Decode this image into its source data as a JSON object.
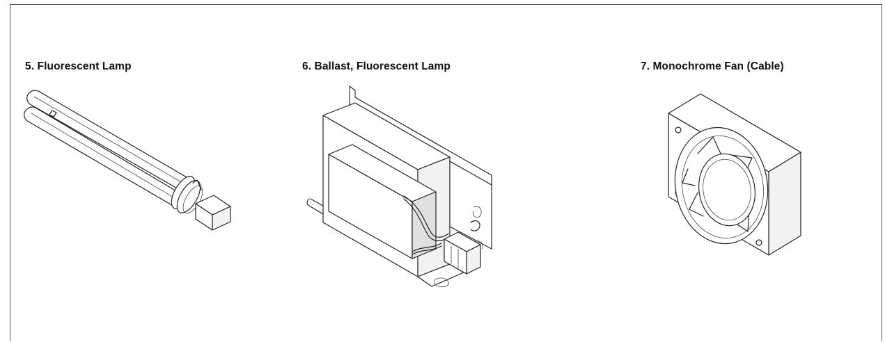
{
  "parts": [
    {
      "title": "5. Fluorescent Lamp",
      "icon": "fluorescent-lamp-icon"
    },
    {
      "title": "6. Ballast, Fluorescent Lamp",
      "icon": "ballast-icon"
    },
    {
      "title": "7. Monochrome Fan (Cable)",
      "icon": "fan-icon"
    }
  ]
}
